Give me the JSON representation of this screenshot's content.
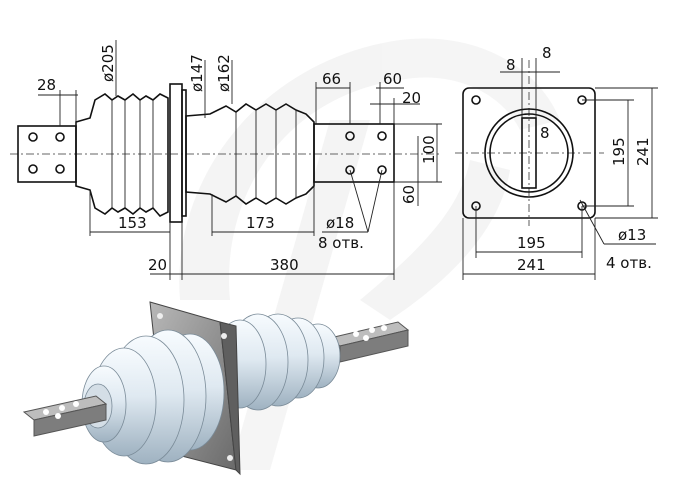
{
  "drawing": {
    "side_view": {
      "d_flange_bore": "ø205",
      "d_insulator_left": "ø147",
      "d_insulator_right": "ø162",
      "dim_28": "28",
      "dim_153": "153",
      "dim_173": "173",
      "dim_20": "20",
      "dim_380": "380",
      "dim_66": "66",
      "dim_60_top": "60",
      "dim_20_top": "20",
      "dim_100": "100",
      "dim_60_side": "60",
      "hole_dia": "ø18",
      "hole_count": "8 отв."
    },
    "end_view": {
      "dim_8_left": "8",
      "dim_8_right": "8",
      "dim_8_slot": "8",
      "dim_195_v": "195",
      "dim_241_v": "241",
      "dim_195_h": "195",
      "dim_241_h": "241",
      "hole_dia": "ø13",
      "hole_count": "4 отв."
    }
  },
  "colors": {
    "porcelain": "#dfe9f1",
    "porcelain_shade": "#9fb2c1",
    "metal": "#8c8c8c",
    "metal_dark": "#5f5f5f",
    "watermark": "#ececec"
  }
}
